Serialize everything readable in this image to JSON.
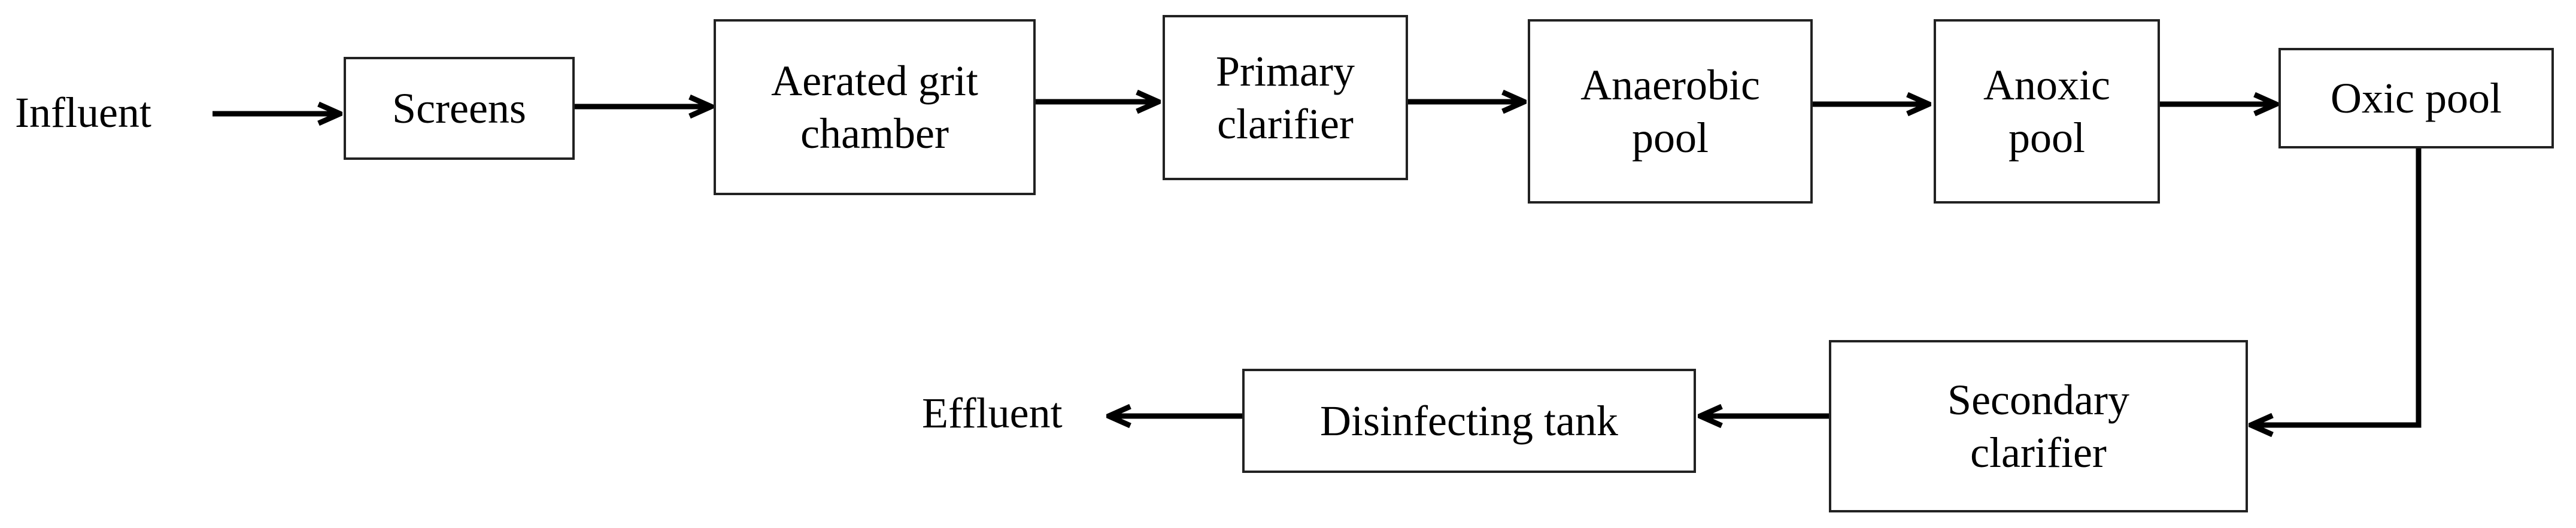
{
  "terminals": {
    "influent": "Influent",
    "effluent": "Effluent"
  },
  "nodes": {
    "screens": "Screens",
    "aerated_grit_chamber": "Aerated grit\nchamber",
    "primary_clarifier": "Primary\nclarifier",
    "anaerobic_pool": "Anaerobic\npool",
    "anoxic_pool": "Anoxic\npool",
    "oxic_pool": "Oxic pool",
    "secondary_clarifier": "Secondary\nclarifier",
    "disinfecting_tank": "Disinfecting tank"
  },
  "colors": {
    "line": "#000000",
    "box_border": "#222222"
  }
}
